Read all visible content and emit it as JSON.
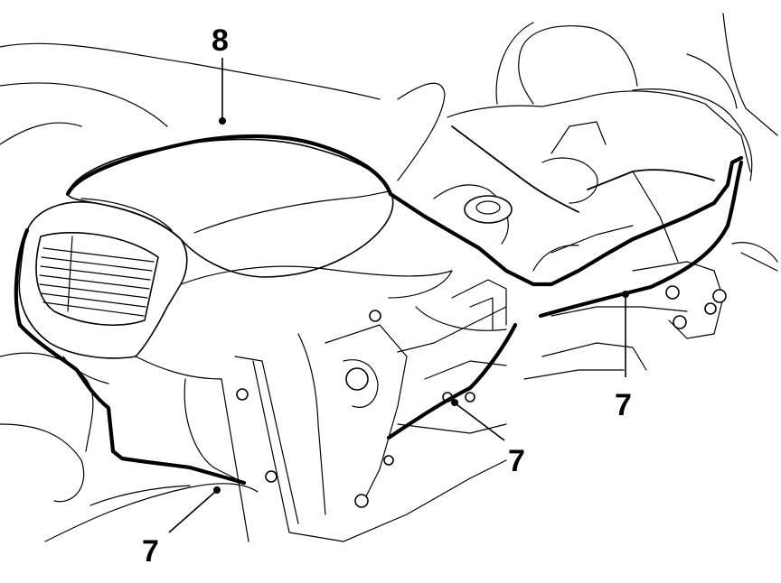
{
  "figure": {
    "callouts": [
      {
        "id": "armrest-label",
        "text": "8"
      },
      {
        "id": "clip-label-front",
        "text": "7"
      },
      {
        "id": "clip-label-mid",
        "text": "7"
      },
      {
        "id": "clip-label-rear",
        "text": "7"
      }
    ]
  }
}
